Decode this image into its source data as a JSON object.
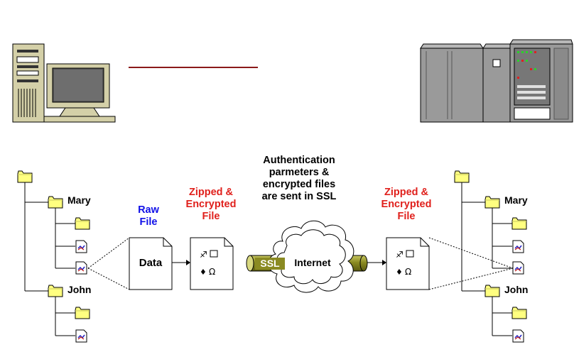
{
  "labels": {
    "raw_file": [
      "Raw",
      "File"
    ],
    "zipped_left": [
      "Zipped &",
      "Encrypted",
      "File"
    ],
    "zipped_right": [
      "Zipped &",
      "Encrypted",
      "File"
    ],
    "auth": [
      "Authentication",
      "parmeters &",
      "encrypted files",
      "are sent in SSL"
    ],
    "data_doc": "Data",
    "ssl": "SSL",
    "internet": "Internet"
  },
  "left_tree": {
    "users": [
      "Mary",
      "John"
    ]
  },
  "right_tree": {
    "users": [
      "Mary",
      "John"
    ]
  },
  "colors": {
    "accent_red": "#e0201c",
    "accent_blue": "#1010e8",
    "folder": "#ffff80",
    "pipe": "#8f8f2a",
    "top_rule": "#8b1a1a",
    "server": "#9a9a9a",
    "workstation": "#d4d0a8"
  },
  "icons": [
    "workstation-icon",
    "server-rack-icon",
    "folder-icon",
    "document-icon",
    "cloud-icon",
    "ssl-pipe-icon"
  ]
}
